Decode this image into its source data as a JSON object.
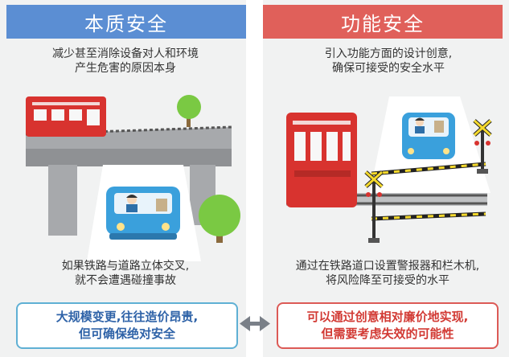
{
  "left": {
    "title": "本质安全",
    "desc_lines": [
      "减少甚至消除设备对人和环境",
      "产生危害的原因本身"
    ],
    "caption_lines": [
      "如果铁路与道路立体交叉,",
      "就不会遭遇碰撞事故"
    ],
    "callout_lines": [
      "大规模变更,往往造价昂贵,",
      "但可确保绝对安全"
    ]
  },
  "right": {
    "title": "功能安全",
    "desc_lines": [
      "引入功能方面的设计创意,",
      "确保可接受的安全水平"
    ],
    "caption_lines": [
      "通过在铁路道口设置警报器和栏木机,",
      "将风险降至可接受的水平"
    ],
    "callout_lines": [
      "可以通过创意相对廉价地实现,",
      "但需要考虑失效的可能性"
    ]
  },
  "colors": {
    "left_accent": "#5b8ed3",
    "right_accent": "#e0605a",
    "panel_bg": "#f1f2f2",
    "train_red": "#d8332f",
    "car_blue": "#3aa0dc",
    "tree_green": "#7ac943",
    "crossing_yellow": "#f4d92c"
  },
  "icons": {
    "connector": "double-arrow-icon",
    "left_scene": [
      "train-icon",
      "bridge-icon",
      "tree-icon",
      "car-icon",
      "driver-icon"
    ],
    "right_scene": [
      "train-icon",
      "car-icon",
      "driver-icon",
      "crossing-signal-icon",
      "barrier-gate-icon",
      "rail-track-icon"
    ]
  }
}
